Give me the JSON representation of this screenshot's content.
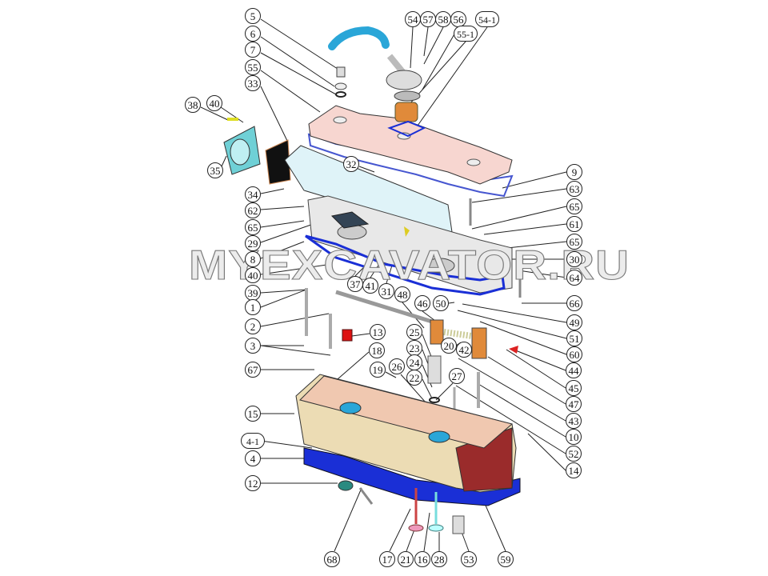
{
  "watermark": "MYEXCAVATOR.RU",
  "callouts": [
    "5",
    "6",
    "7",
    "55",
    "33",
    "38",
    "40",
    "35",
    "34",
    "62",
    "65",
    "29",
    "8",
    "40",
    "39",
    "1",
    "2",
    "3",
    "67",
    "18",
    "19",
    "26",
    "15",
    "4-1",
    "4",
    "12",
    "68",
    "17",
    "21",
    "16",
    "28",
    "53",
    "59",
    "54",
    "57",
    "58",
    "56",
    "54-1",
    "55-1",
    "32",
    "9",
    "63",
    "65",
    "61",
    "65",
    "30",
    "64",
    "66",
    "49",
    "51",
    "60",
    "44",
    "45",
    "47",
    "43",
    "10",
    "52",
    "14",
    "37",
    "41",
    "31",
    "48",
    "46",
    "50",
    "13",
    "25",
    "23",
    "20",
    "42",
    "24",
    "22",
    "27"
  ],
  "colors": {
    "valve_cover": "#f7d6d0",
    "manifold": "#dff3f8",
    "gasket": "#1a2fd6",
    "head": "#ecdcb4",
    "hose": "#2aa6d8",
    "flange": "#6fd0d6",
    "thermostat": "#e08a3a"
  }
}
